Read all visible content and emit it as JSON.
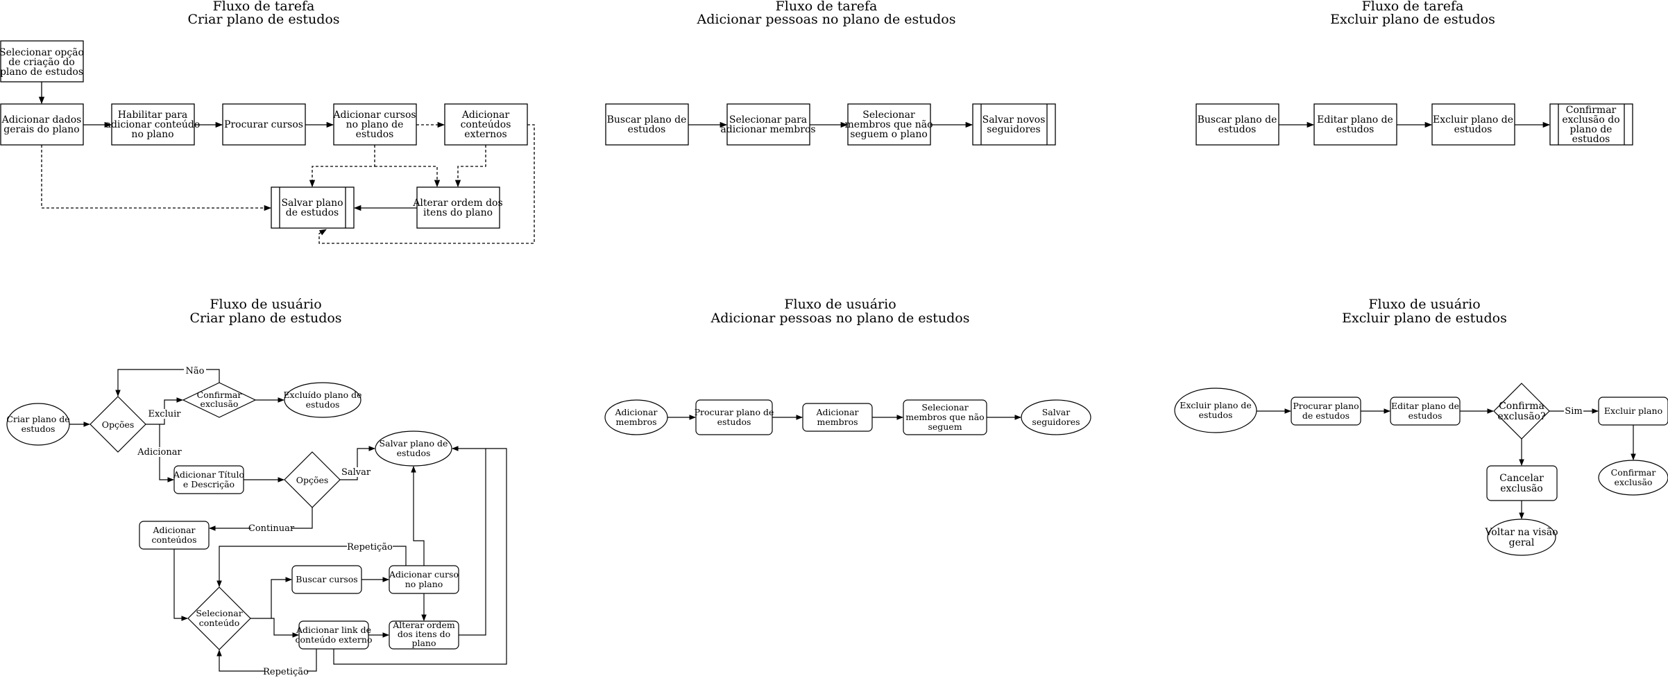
{
  "sections": {
    "task_create": {
      "line1": "Fluxo de tarefa",
      "line2": "Criar plano de estudos"
    },
    "task_add": {
      "line1": "Fluxo de tarefa",
      "line2": "Adicionar pessoas no plano de estudos"
    },
    "task_delete": {
      "line1": "Fluxo de tarefa",
      "line2": "Excluir plano de estudos"
    },
    "user_create": {
      "line1": "Fluxo de usuário",
      "line2": "Criar plano de estudos"
    },
    "user_add": {
      "line1": "Fluxo de usuário",
      "line2": "Adicionar pessoas no plano de estudos"
    },
    "user_delete": {
      "line1": "Fluxo de usuário",
      "line2": "Excluir plano de estudos"
    }
  },
  "task_create": {
    "select_option": "Selecionar opção de criação do plano de estudos",
    "add_general": "Adicionar dados gerais do plano",
    "enable_content": "Habilitar para adicionar conteúdo no plano",
    "search_courses": "Procurar cursos",
    "add_courses": "Adicionar cursos no plano de estudos",
    "add_external": "Adicionar conteúdos externos",
    "save_plan": "Salvar plano de estudos",
    "reorder": "Alterar ordem dos itens do plano"
  },
  "task_add": {
    "search_plan": "Buscar plano de estudos",
    "select_add": "Selecionar para adicionar membros",
    "select_members": "Selecionar membros que não seguem o plano",
    "save_followers": "Salvar novos seguidores"
  },
  "task_delete": {
    "search_plan": "Buscar plano de estudos",
    "edit_plan": "Editar plano de estudos",
    "delete_plan": "Excluir plano de estudos",
    "confirm": "Confirmar exclusão do plano de estudos"
  },
  "user_create": {
    "start": "Criar plano de estudos",
    "options1": "Opções",
    "confirm_delete": "Confirmar exclusão",
    "deleted": "Excluído plano de estudos",
    "add_title": "Adicionar Título e Descrição",
    "options2": "Opções",
    "save_plan": "Salvar plano de estudos",
    "add_contents": "Adicionar conteúdos",
    "select_content": "Selecionar conteúdo",
    "search_courses": "Buscar cursos",
    "add_course": "Adicionar curso no plano",
    "add_link": "Adicionar link de conteúdo externo",
    "reorder": "Alterar ordem dos itens do plano",
    "label_nao": "Não",
    "label_excluir": "Excluir",
    "label_adicionar": "Adicionar",
    "label_salvar": "Salvar",
    "label_continuar": "Continuar",
    "label_repeticao_top": "Repetição",
    "label_repeticao_bottom": "Repetição"
  },
  "user_add": {
    "add_members_start": "Adicionar membros",
    "search_plan": "Procurar plano de estudos",
    "add_members": "Adicionar membros",
    "select_members": "Selecionar membros que não seguem",
    "save_followers": "Salvar seguidores"
  },
  "user_delete": {
    "start": "Excluir plano de estudos",
    "search_plan": "Procurar plano de estudos",
    "edit_plan": "Editar plano de estudos",
    "confirm_q": "Confirma exclusão?",
    "delete_plan": "Excluir plano",
    "cancel": "Cancelar exclusão",
    "back": "Voltar na visão geral",
    "confirm": "Confirmar exclusão",
    "label_sim": "Sim"
  }
}
